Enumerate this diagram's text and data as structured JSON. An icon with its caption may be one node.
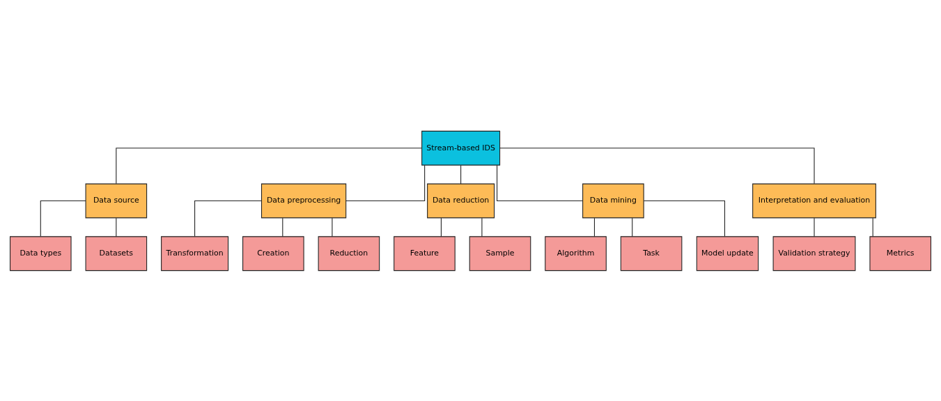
{
  "diagram": {
    "nodes": [
      {
        "text": [
          "Stream-based IDS"
        ]
      },
      {
        "text": [
          "Data source"
        ]
      },
      {
        "text": [
          "Data preprocessing"
        ]
      },
      {
        "text": [
          "Data reduction"
        ]
      },
      {
        "text": [
          "Data mining"
        ]
      },
      {
        "text": [
          "Interpretation and evaluation"
        ]
      },
      {
        "text": [
          "Data types"
        ]
      },
      {
        "text": [
          "Datasets"
        ]
      },
      {
        "text": [
          "Feature"
        ]
      },
      {
        "text": [
          "Sample"
        ]
      },
      {
        "text": [
          "Validation strategy"
        ]
      },
      {
        "text": [
          "Metrics"
        ]
      },
      {
        "text": [
          "Transformation"
        ]
      },
      {
        "text": [
          "Creation"
        ]
      },
      {
        "text": [
          "Reduction"
        ]
      },
      {
        "text": [
          "Algorithm"
        ]
      },
      {
        "text": [
          "Task"
        ]
      },
      {
        "text": [
          "Model update"
        ]
      }
    ],
    "edges": [
      {
        "from": 0,
        "to": 1,
        "arrow": "none"
      },
      {
        "from": 0,
        "to": 2,
        "arrow": "none"
      },
      {
        "from": 0,
        "to": 3,
        "arrow": "none"
      },
      {
        "from": 0,
        "to": 4,
        "arrow": "none"
      },
      {
        "from": 0,
        "to": 5,
        "arrow": "none"
      },
      {
        "from": 1,
        "to": 6,
        "arrow": "none"
      },
      {
        "from": 1,
        "to": 7,
        "arrow": "none"
      },
      {
        "from": 3,
        "to": 8,
        "arrow": "none"
      },
      {
        "from": 3,
        "to": 9,
        "arrow": "none"
      },
      {
        "from": 5,
        "to": 10,
        "arrow": "none"
      },
      {
        "from": 5,
        "to": 11,
        "arrow": "none"
      },
      {
        "from": 2,
        "to": 12,
        "arrow": "none"
      },
      {
        "from": 2,
        "to": 13,
        "arrow": "none"
      },
      {
        "from": 2,
        "to": 14,
        "arrow": "none"
      },
      {
        "from": 4,
        "to": 15,
        "arrow": "none"
      },
      {
        "from": 4,
        "to": 16,
        "arrow": "none"
      },
      {
        "from": 4,
        "to": 17,
        "arrow": "none"
      }
    ]
  }
}
